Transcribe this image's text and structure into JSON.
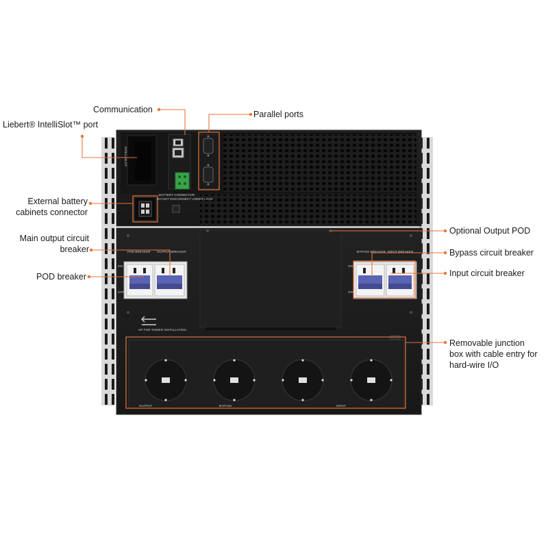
{
  "callouts": {
    "communication": "Communication",
    "parallel_ports": "Parallel ports",
    "intellislot": "Liebert® IntelliSlot™ port",
    "ext_battery_1": "External battery",
    "ext_battery_2": "cabinets connector",
    "main_output_1": "Main output circuit",
    "main_output_2": "breaker",
    "pod_breaker": "POD  breaker",
    "optional_output_pod": "Optional Output POD",
    "bypass_breaker": "Bypass circuit breaker",
    "input_breaker": "Input circuit breaker",
    "junction_1": "Removable junction",
    "junction_2": "box with cable entry for",
    "junction_3": "hard-wire I/O"
  },
  "unit_labels": {
    "intellislot": "INTELLISLOT",
    "battery_connector_1": "BATTERY CONNECTOR",
    "battery_connector_2": "DO NOT DISCONNECT UNDER LOAD",
    "pod_breaker": "POD BREAKER",
    "output_breaker": "OUTPUT BREAKER",
    "bypass_breaker": "BYPASS BREAKER",
    "input_breaker": "INPUT BREAKER",
    "on": "ON",
    "off": "OFF",
    "tower_install": "UP FOR TOWER INSTALLATION",
    "output": "OUTPUT",
    "bypass": "BYPASS",
    "input": "INPUT"
  },
  "colors": {
    "accent": "#e8733a",
    "chassis": "#1c1c1c",
    "chassis_edge": "#2a2a2a",
    "breaker_handle": "#5b63b5",
    "terminal_green": "#3aa34a",
    "panel_light": "#e9e9e9"
  }
}
